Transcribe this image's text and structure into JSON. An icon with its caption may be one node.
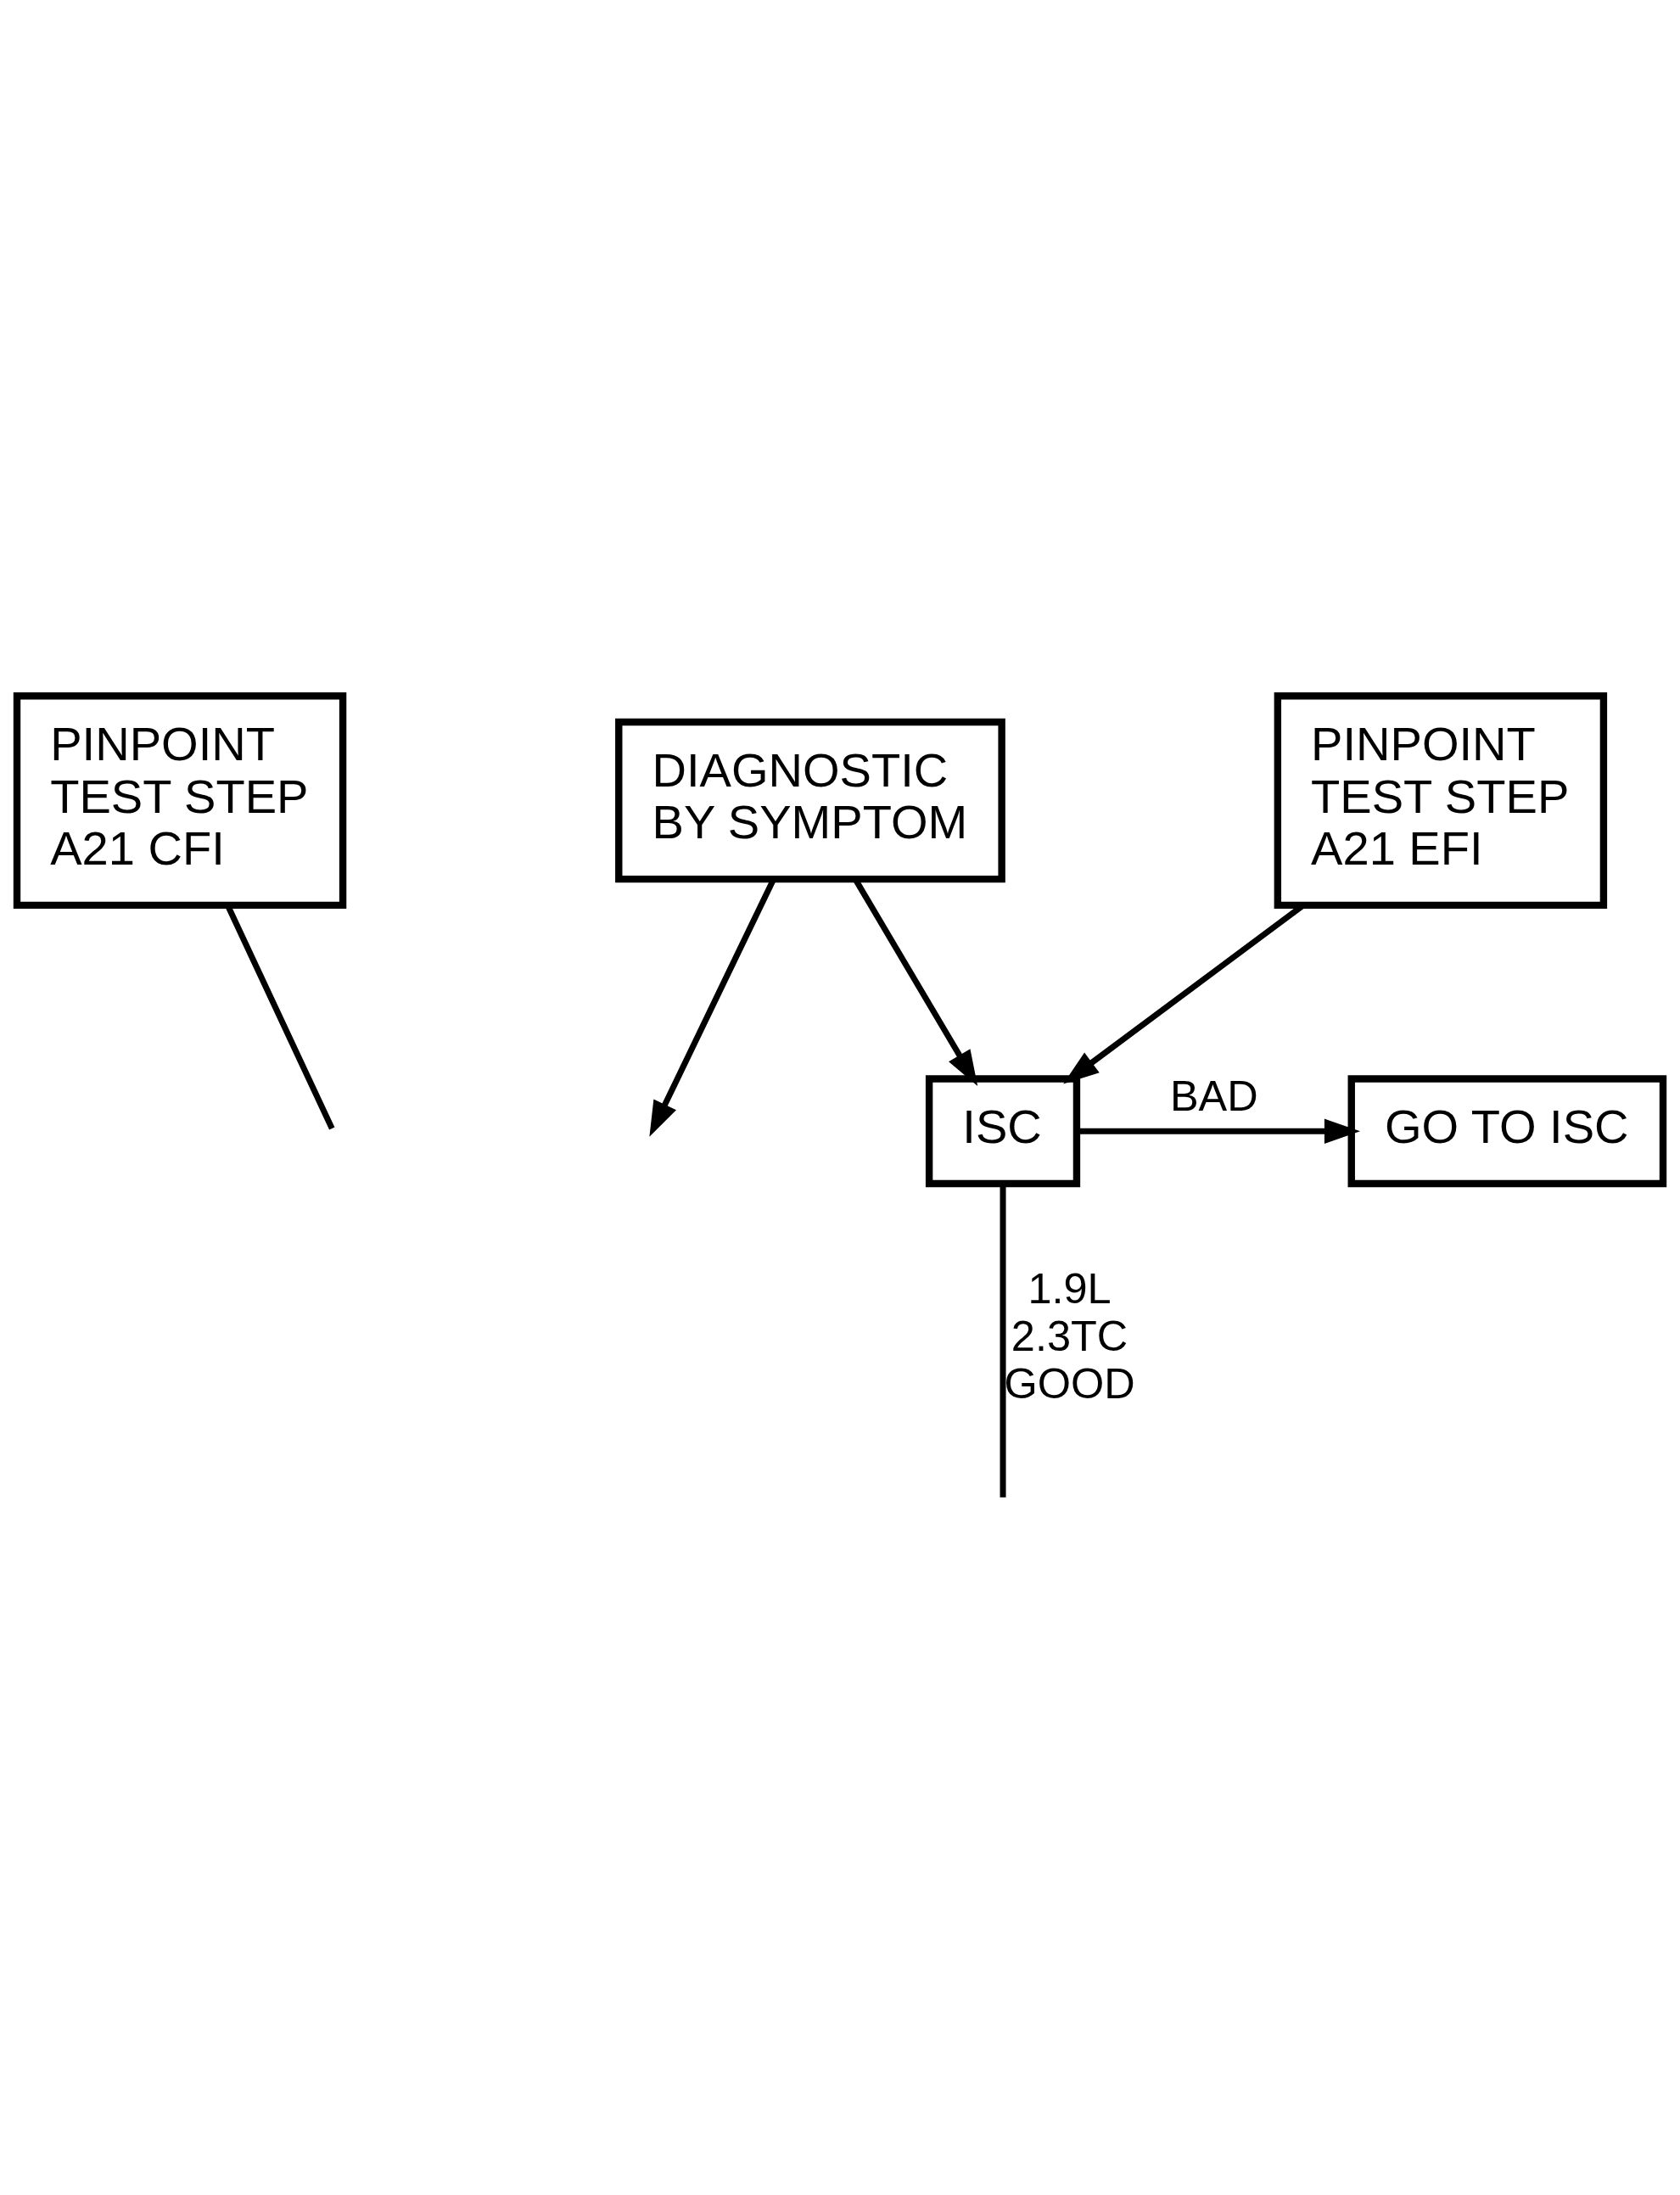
{
  "diagram": {
    "nodes": [
      {
        "text": [
          "PINPOINT TEST STEP A21 CFI"
        ]
      },
      {
        "text": [
          "DIAGNOSTIC BY SYMPTOM"
        ]
      },
      {
        "text": [
          "PINPOINT TEST STEP A21 EFI"
        ]
      },
      {
        "text": [
          "ISC"
        ]
      },
      {
        "text": [
          "GO TO ISC"
        ]
      }
    ],
    "edges": [
      {
        "from": 0,
        "to": null,
        "arrow": "none"
      },
      {
        "from": 1,
        "to": null,
        "arrow": "to"
      },
      {
        "from": 1,
        "to": 3,
        "arrow": "to"
      },
      {
        "from": 2,
        "to": 3,
        "arrow": "to"
      },
      {
        "from": 3,
        "to": 4,
        "arrow": "to",
        "label": "BAD"
      },
      {
        "from": 3,
        "to": null,
        "arrow": "none",
        "label": "1.9L 2.3TC GOOD"
      }
    ]
  }
}
